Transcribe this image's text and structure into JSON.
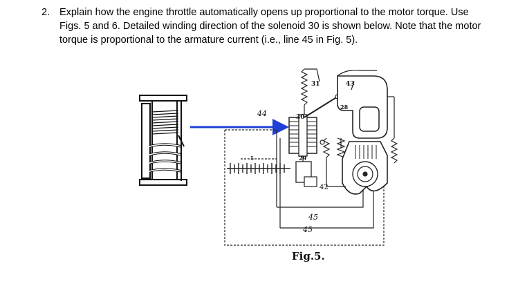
{
  "question": {
    "number": "2.",
    "lines": [
      "Explain how the engine throttle automatically opens up proportional to the motor torque. Use",
      "Figs. 5 and 6. Detailed winding direction of the solenoid 30 is shown below. Note that the motor",
      "torque is proportional to the armature current (i.e., line 45 in Fig. 5)."
    ]
  },
  "figure": {
    "caption": "Fig.5.",
    "labels": {
      "l31": "31",
      "l43": "43",
      "l28": "28",
      "l44": "44",
      "l30": "30",
      "l29": "29",
      "l5": "5",
      "l42": "42",
      "l45a": "45",
      "l45b": "45"
    },
    "arrow_color": "#1f3fd6"
  }
}
